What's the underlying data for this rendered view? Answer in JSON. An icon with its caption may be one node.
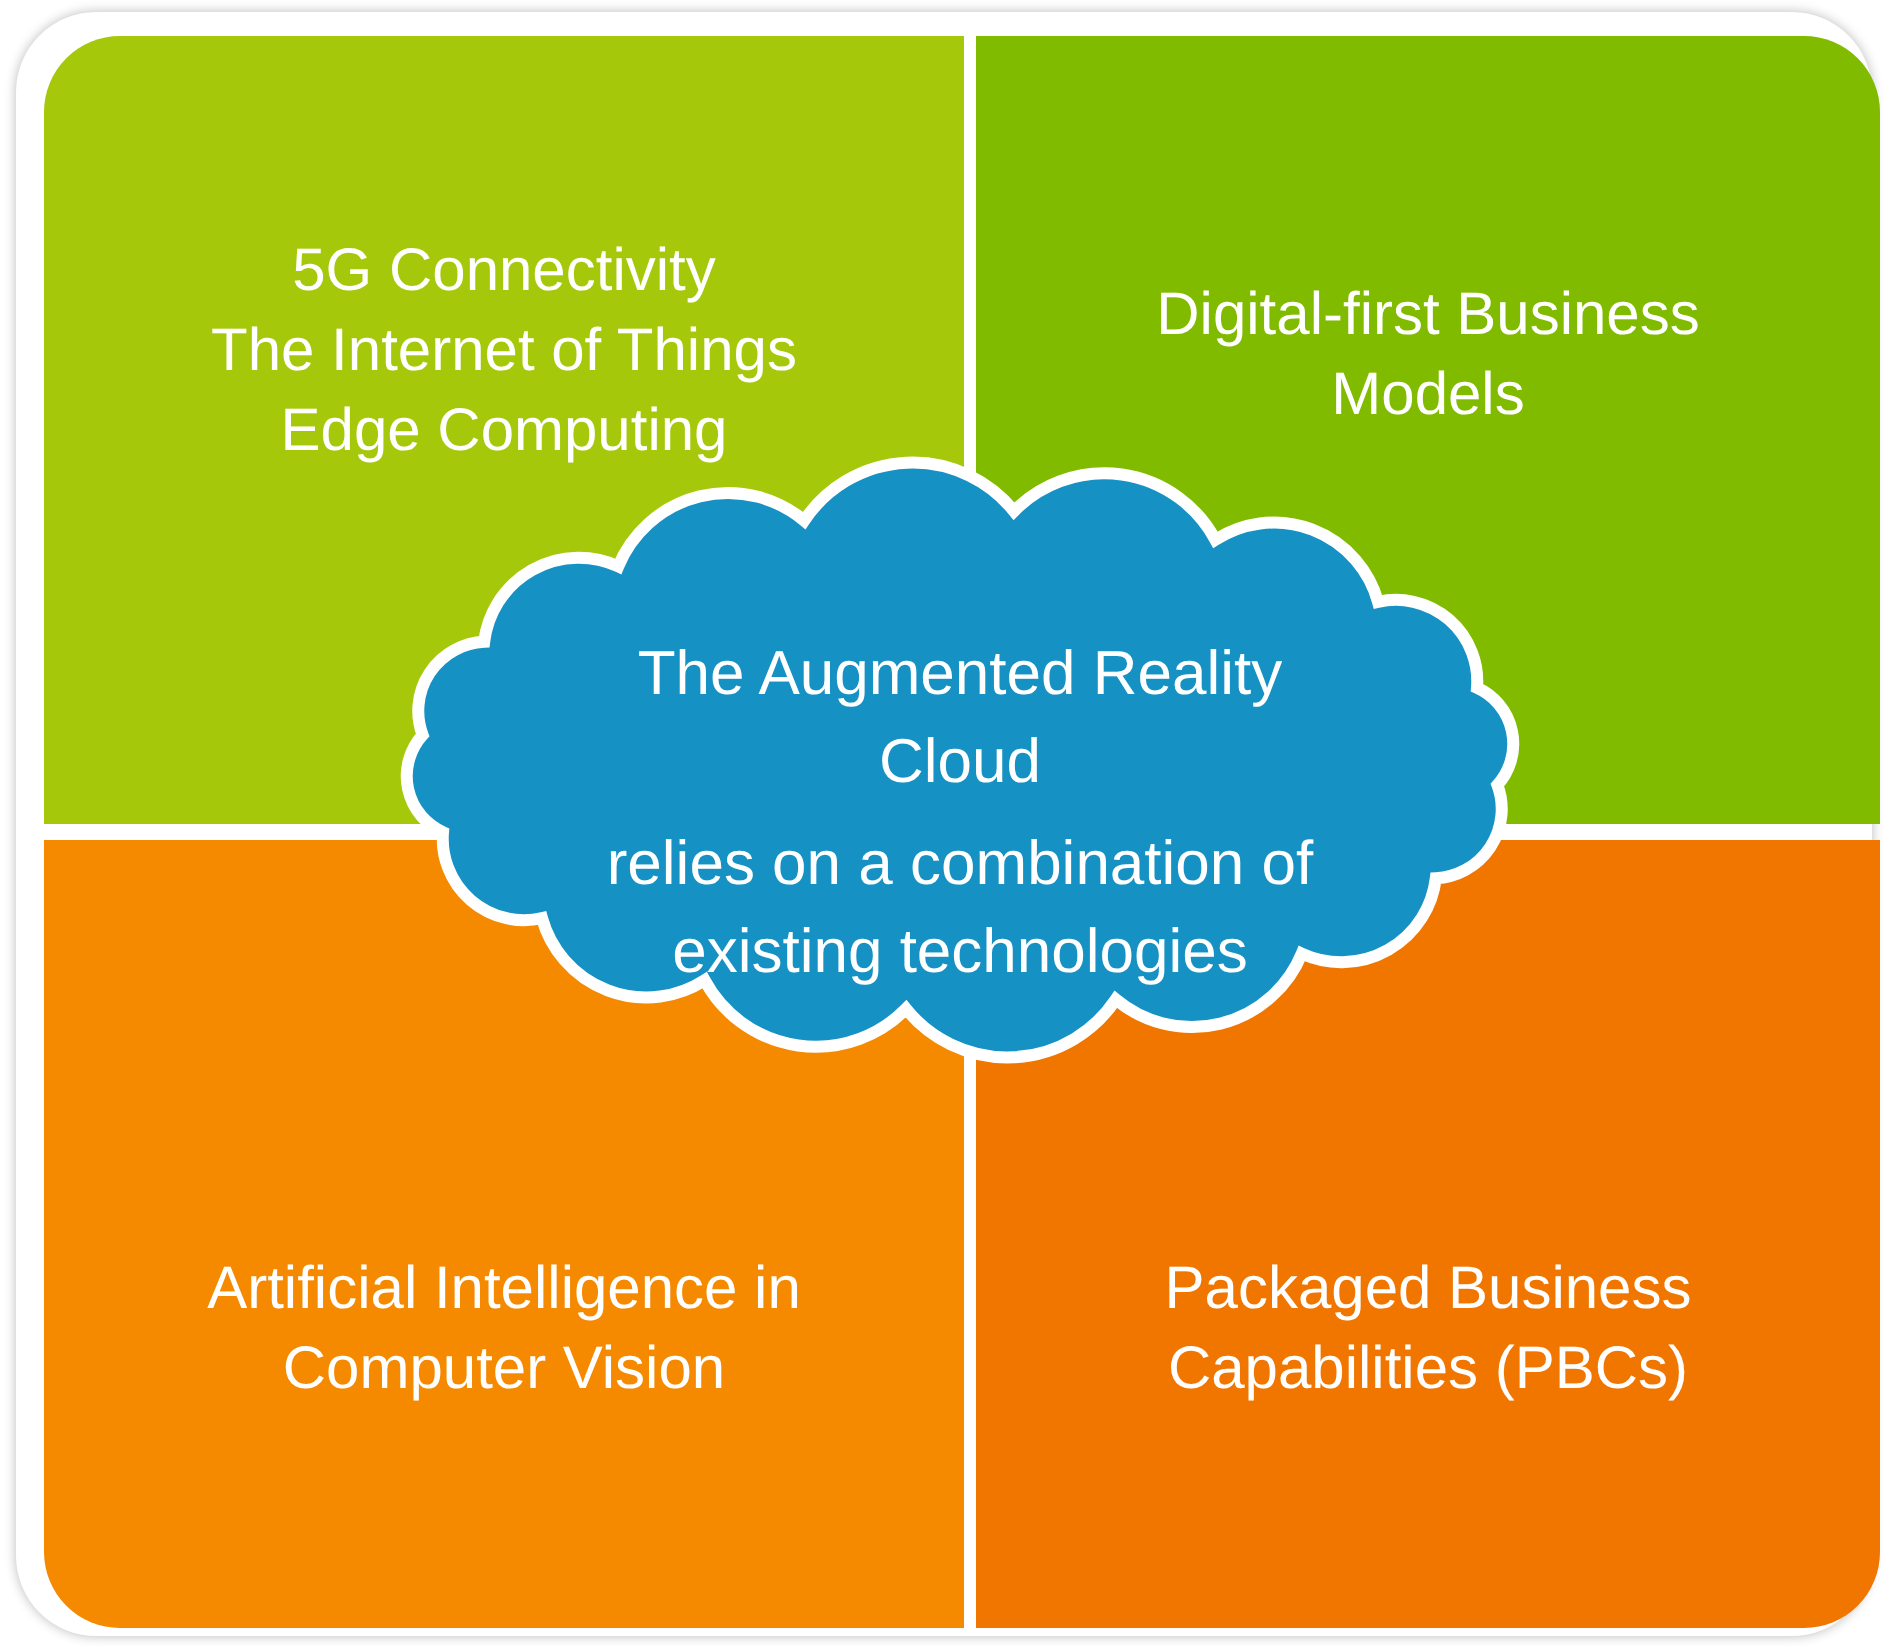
{
  "diagram": {
    "nodes": [
      {
        "text": [
          "5G Connectivity",
          "The Internet of Things",
          "Edge Computing"
        ]
      },
      {
        "text": [
          "Digital-first Business Models"
        ]
      },
      {
        "text": [
          "Artificial Intelligence in Computer Vision"
        ]
      },
      {
        "text": [
          "Packaged Business Capabilities (PBCs)"
        ]
      },
      {
        "text": [
          "The Augmented Reality Cloud",
          "relies on a combination of existing technologies"
        ]
      }
    ],
    "edges": []
  }
}
